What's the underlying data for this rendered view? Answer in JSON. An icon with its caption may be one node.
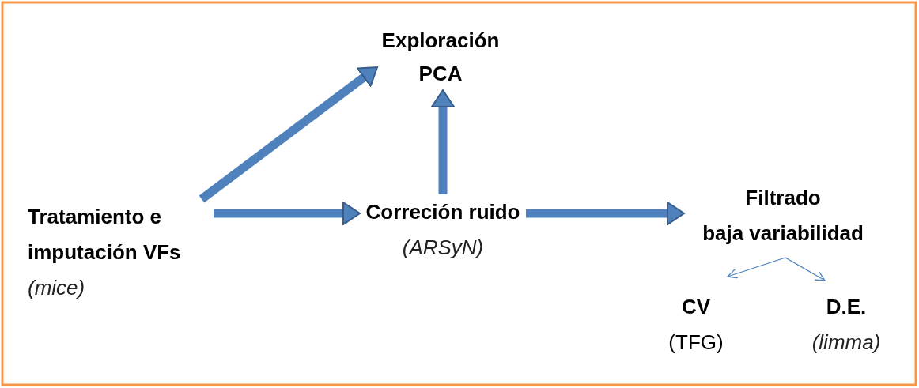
{
  "diagram": {
    "nodes": [
      {
        "text": [
          "Tratamiento e imputación VFs",
          "(mice)"
        ]
      },
      {
        "text": [
          "Exploración PCA"
        ]
      },
      {
        "text": [
          "Correción ruido",
          "(ARSyN)"
        ]
      },
      {
        "text": [
          "Filtrado",
          "baja  variabilidad"
        ]
      },
      {
        "text": [
          "CV",
          "(TFG)"
        ]
      },
      {
        "text": [
          "D.E.",
          "(limma)"
        ]
      }
    ],
    "edges": [
      {
        "from": 0,
        "to": 1,
        "arrow": "to"
      },
      {
        "from": 0,
        "to": 2,
        "arrow": "to"
      },
      {
        "from": 2,
        "to": 1,
        "arrow": "to"
      },
      {
        "from": 2,
        "to": 3,
        "arrow": "to"
      },
      {
        "from": 3,
        "to": 4,
        "arrow": "to"
      },
      {
        "from": 3,
        "to": 5,
        "arrow": "to"
      }
    ]
  }
}
